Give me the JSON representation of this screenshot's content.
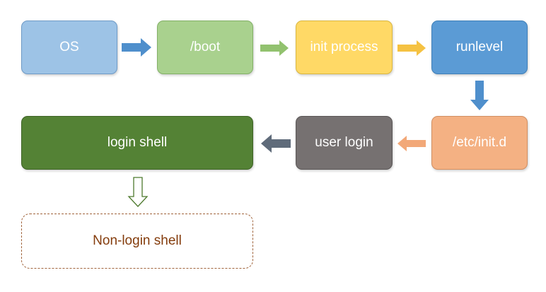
{
  "diagram": {
    "nodes": {
      "os": {
        "label": "OS",
        "fill": "#9dc3e6",
        "border": "#6f9bc7"
      },
      "boot": {
        "label": "/boot",
        "fill": "#a9d18e",
        "border": "#83b067"
      },
      "init_process": {
        "label": "init process",
        "fill": "#ffd966",
        "border": "#d9b640"
      },
      "runlevel": {
        "label": "runlevel",
        "fill": "#5b9bd5",
        "border": "#3f7fb8"
      },
      "etc_initd": {
        "label": "/etc/init.d",
        "fill": "#f4b183",
        "border": "#d18f62"
      },
      "user_login": {
        "label": "user login",
        "fill": "#767171",
        "border": "#5a5656"
      },
      "login_shell": {
        "label": "login shell",
        "fill": "#548235",
        "border": "#3e6326"
      },
      "non_login_shell": {
        "label": "Non-login shell",
        "text_color": "#843c0c",
        "border": "#a0643c"
      }
    },
    "edges": [
      {
        "from": "os",
        "to": "boot",
        "color": "#4f8fcc"
      },
      {
        "from": "boot",
        "to": "init_process",
        "color": "#92c26f"
      },
      {
        "from": "init_process",
        "to": "runlevel",
        "color": "#f5c242"
      },
      {
        "from": "runlevel",
        "to": "etc_initd",
        "color": "#4f8fcc"
      },
      {
        "from": "etc_initd",
        "to": "user_login",
        "color": "#f2a878"
      },
      {
        "from": "user_login",
        "to": "login_shell",
        "color": "#5f6b7a"
      },
      {
        "from": "login_shell",
        "to": "non_login_shell",
        "color": "#4e7a2e",
        "style": "outline"
      }
    ]
  }
}
